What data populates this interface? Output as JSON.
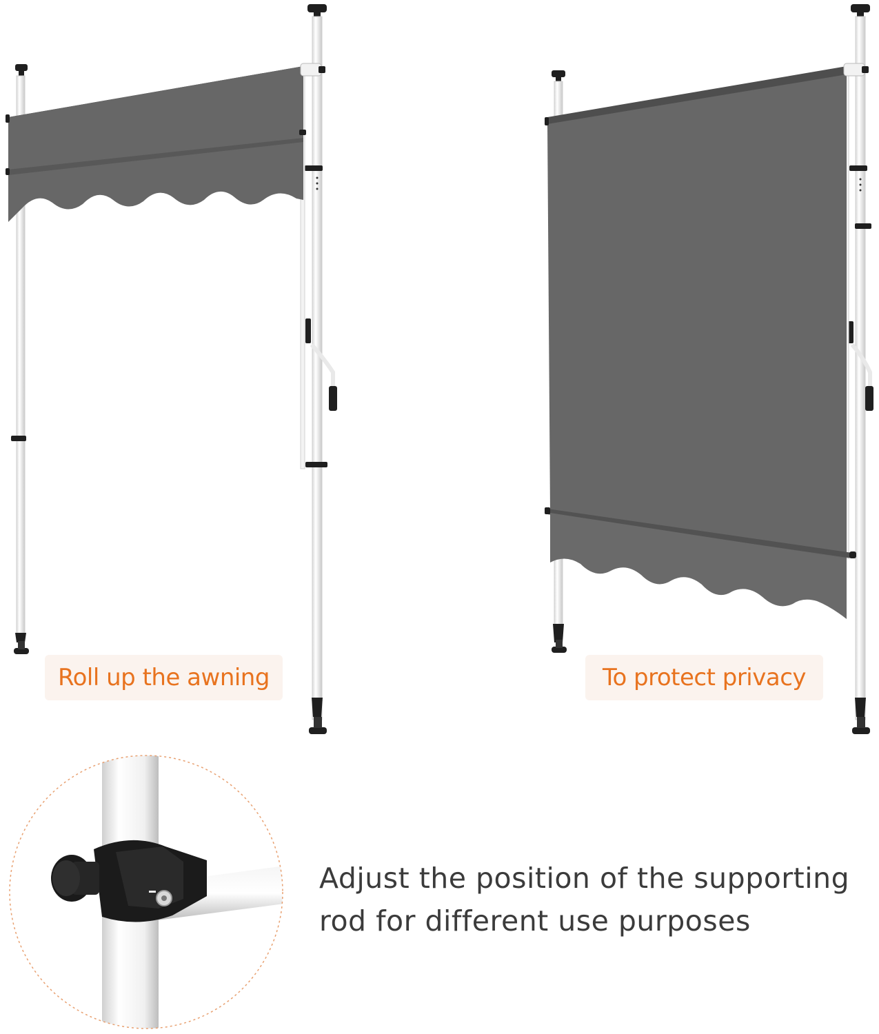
{
  "labels": {
    "roll_up": "Roll up the awning",
    "privacy": "To protect privacy"
  },
  "caption": {
    "line1": "Adjust the position of the supporting",
    "line2": "rod for different use purposes"
  },
  "colors": {
    "fabric": "#676767",
    "pole": "#ffffff",
    "hardware": "#1f1f1f",
    "accent": "#e8731f",
    "label_bg": "#fbf3ee"
  }
}
